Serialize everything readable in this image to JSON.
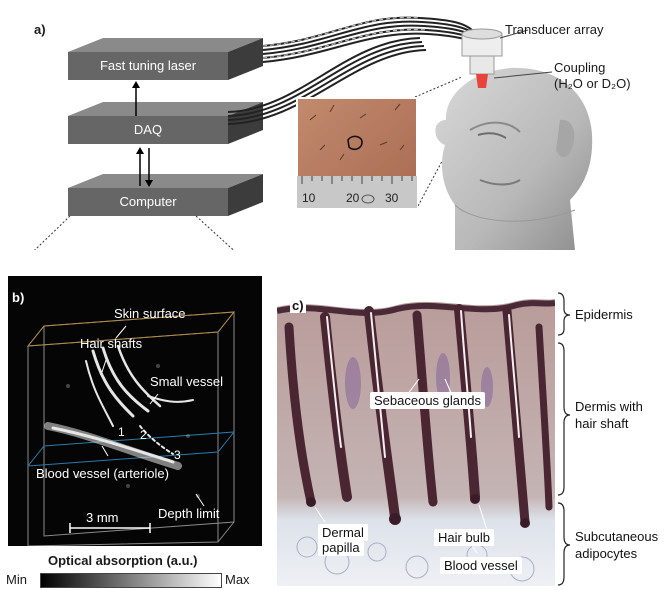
{
  "panel_a": {
    "letter": "a)",
    "boxes": [
      "Fast tuning laser",
      "DAQ",
      "Computer"
    ],
    "transducer_label": "Transducer array",
    "coupling_label": "Coupling",
    "coupling_media": "(H₂O or D₂O)",
    "ruler_ticks": [
      "10",
      "20",
      "30"
    ]
  },
  "panel_b": {
    "letter": "b)",
    "labels": {
      "skin_surface": "Skin surface",
      "hair_shafts": "Hair shafts",
      "small_vessel": "Small vessel",
      "blood_vessel": "Blood vessel (arteriole)",
      "scale_bar": "3 mm",
      "depth_limit": "Depth limit"
    },
    "markers": [
      "1",
      "2",
      "3"
    ],
    "colorbar": {
      "title": "Optical absorption (a.u.)",
      "min": "Min",
      "max": "Max"
    }
  },
  "panel_c": {
    "letter": "c)",
    "callouts": {
      "sebaceous": "Sebaceous glands",
      "dermal_papilla_1": "Dermal",
      "dermal_papilla_2": "papilla",
      "hair_bulb": "Hair bulb",
      "blood_vessel": "Blood vessel"
    },
    "layers": {
      "epidermis": "Epidermis",
      "dermis_1": "Dermis with",
      "dermis_2": "hair shaft",
      "subcut_1": "Subcutaneous",
      "subcut_2": "adipocytes"
    }
  }
}
